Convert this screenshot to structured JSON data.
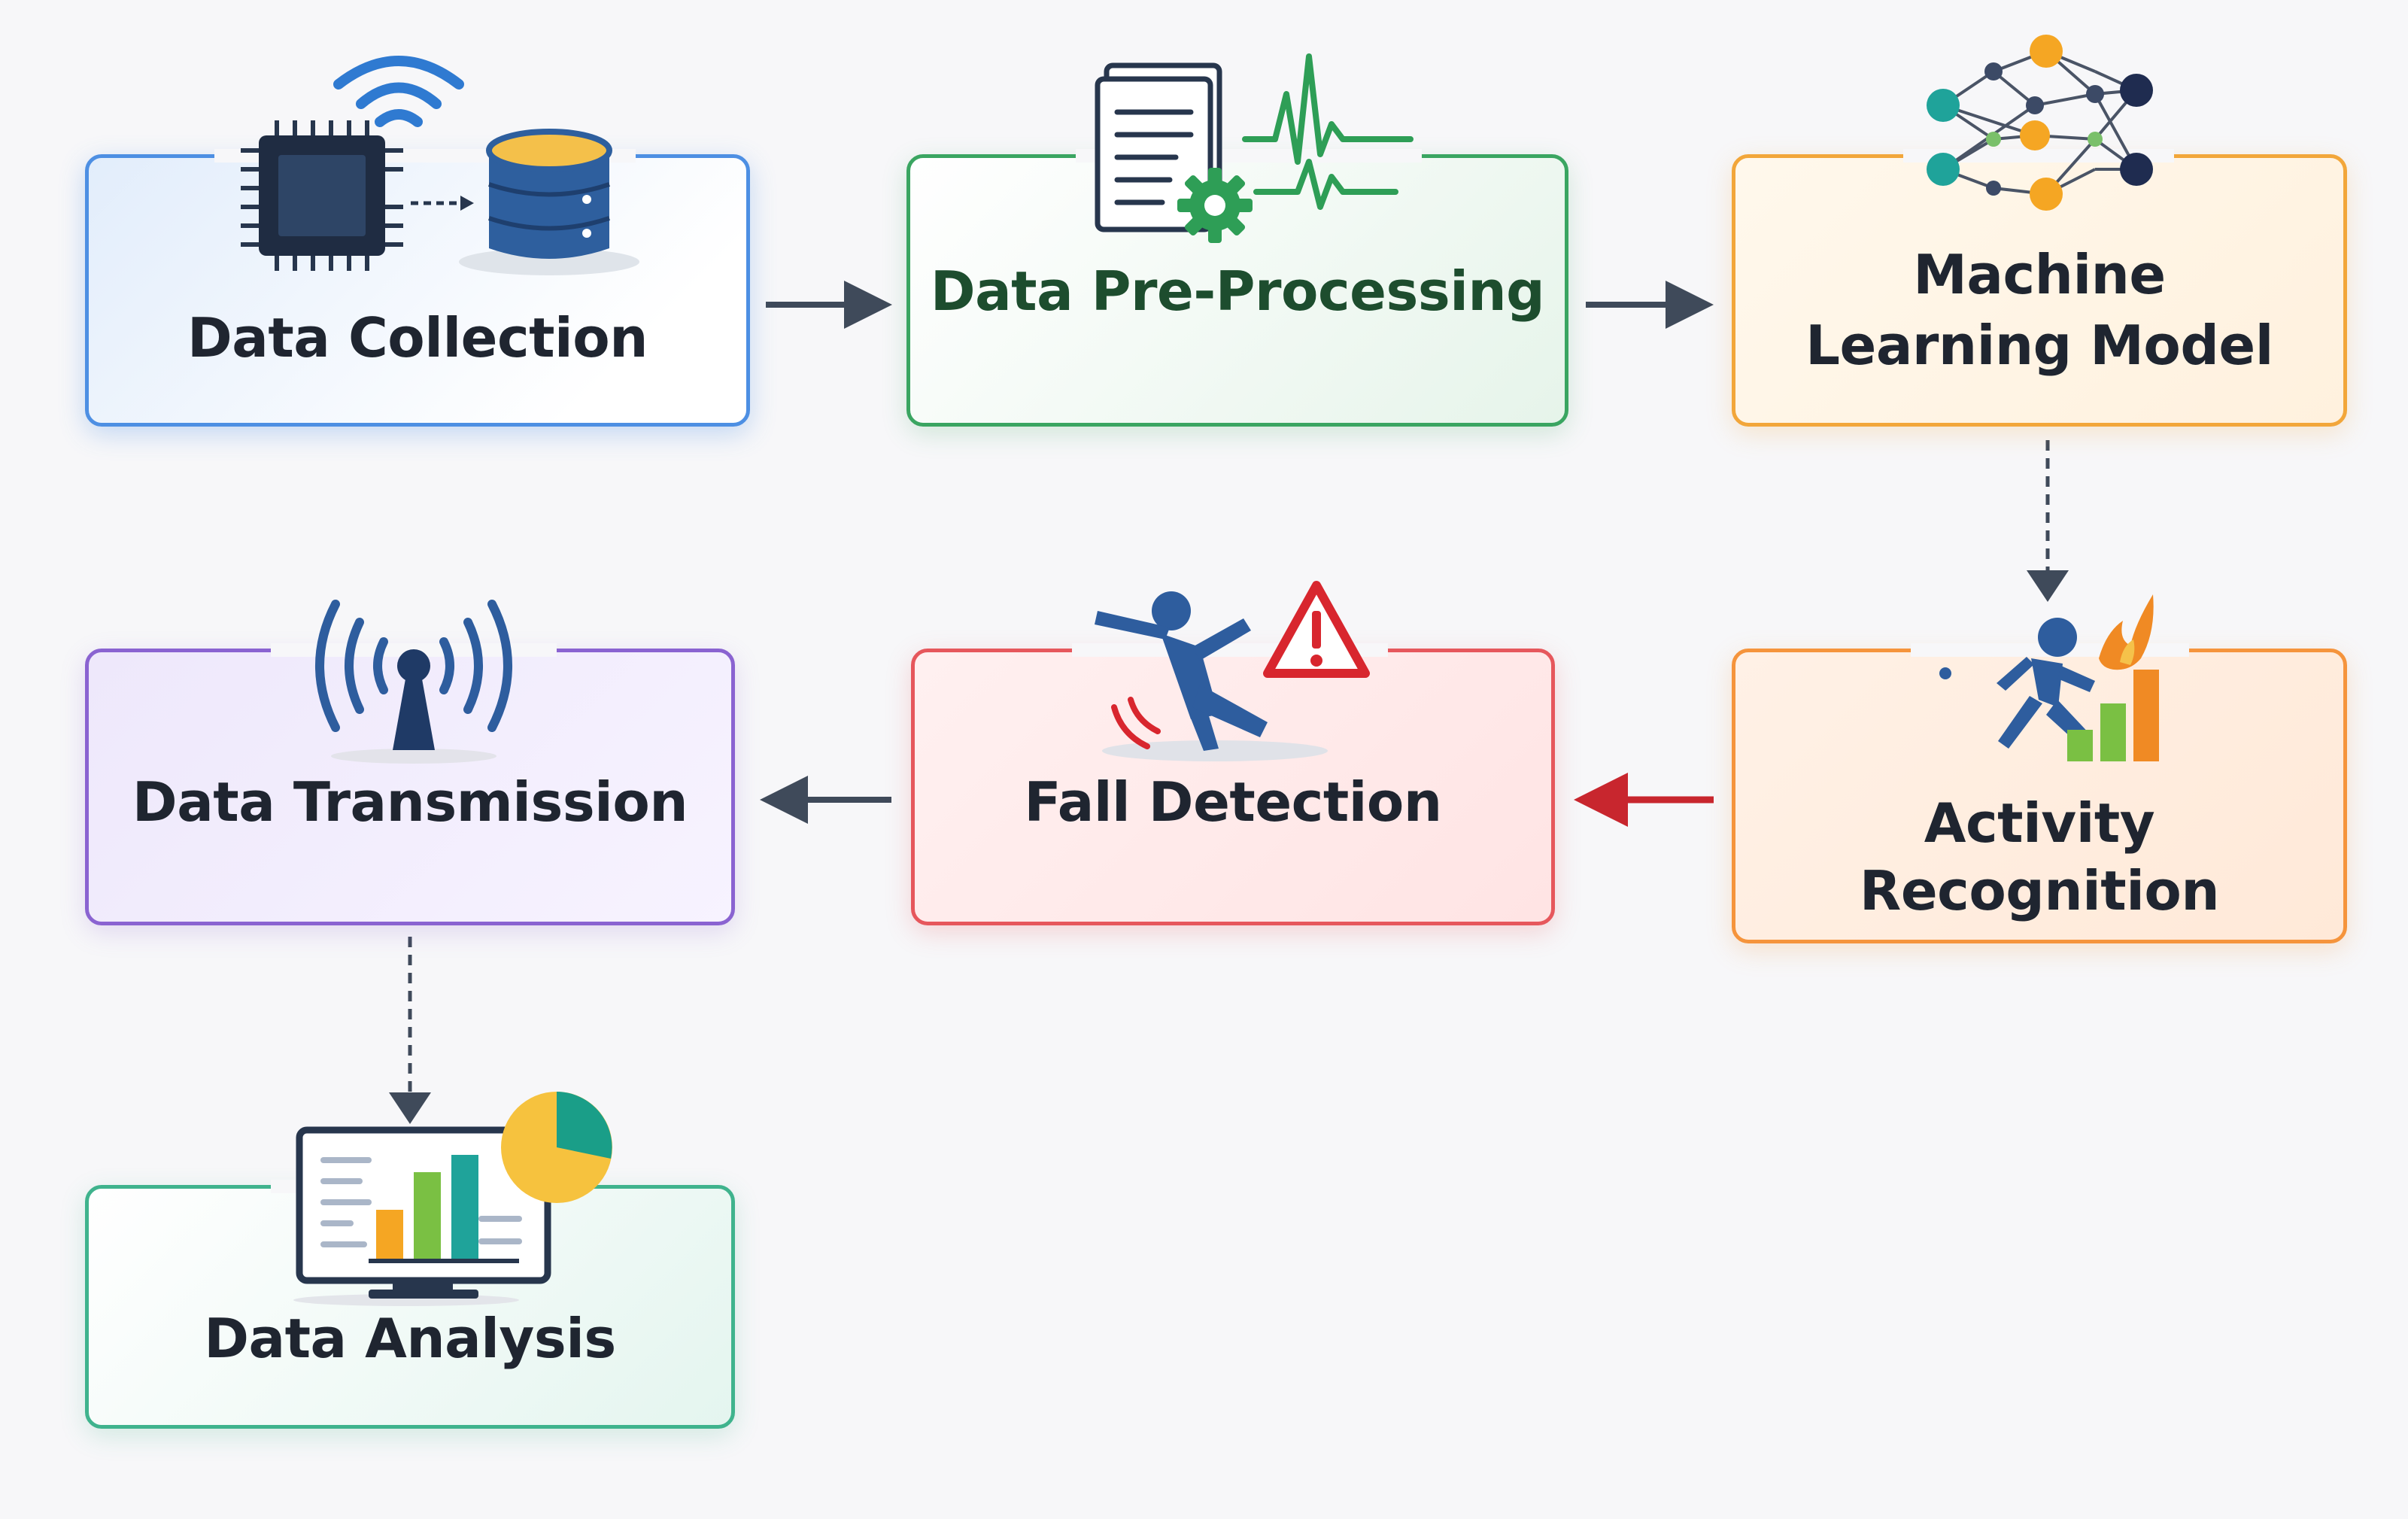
{
  "steps": {
    "data_collection": "Data Collection",
    "data_preprocessing": "Data Pre-Processing",
    "ml_model_line1": "Machine",
    "ml_model_line2": "Learning Model",
    "activity_line1": "Activity",
    "activity_line2": "Recognition",
    "fall_detection": "Fall Detection",
    "data_transmission": "Data Transmission",
    "data_analysis": "Data Analysis"
  },
  "colors": {
    "arrow": "#3f4a5a",
    "arrow_red": "#c8262e",
    "collection_border": "#4d8fe3",
    "preprocess_border": "#3aa561",
    "ml_border": "#f2a63a",
    "activity_border": "#f5943c",
    "fall_border": "#e6575c",
    "transmission_border": "#8a63d1",
    "analysis_border": "#3fb38d"
  },
  "icons": {
    "data_collection": [
      "wifi-signal-icon",
      "microchip-icon",
      "database-icon"
    ],
    "data_preprocessing": [
      "document-icon",
      "gear-icon",
      "waveform-icon"
    ],
    "ml_model": [
      "neural-network-icon"
    ],
    "activity_recognition": [
      "running-person-icon",
      "flame-icon",
      "bar-chart-icon"
    ],
    "fall_detection": [
      "falling-person-icon",
      "warning-triangle-icon"
    ],
    "data_transmission": [
      "radio-antenna-icon"
    ],
    "data_analysis": [
      "monitor-bar-chart-icon",
      "pie-chart-icon"
    ]
  }
}
